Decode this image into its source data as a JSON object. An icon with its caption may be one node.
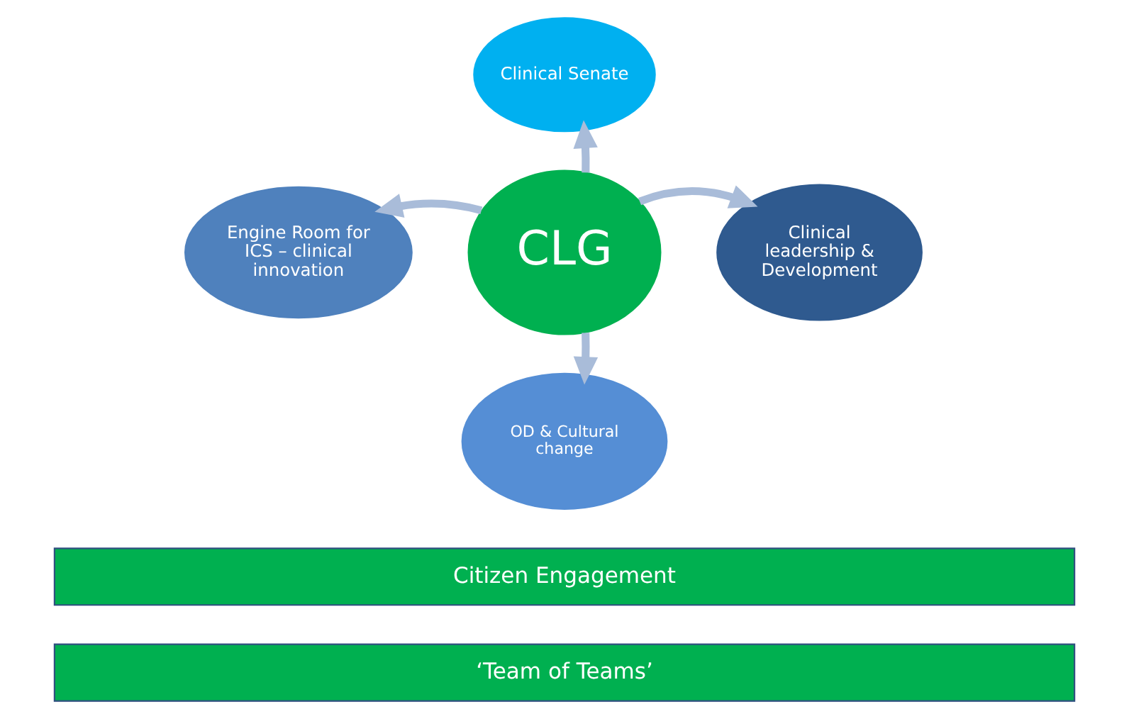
{
  "diagram": {
    "nodes": [
      {
        "text": [
          "Clinical Senate"
        ]
      },
      {
        "text": [
          "Engine Room for ICS – clinical innovation"
        ]
      },
      {
        "text": [
          "CLG"
        ]
      },
      {
        "text": [
          "Clinical leadership & Development"
        ]
      },
      {
        "text": [
          "OD & Cultural change"
        ]
      },
      {
        "text": [
          "Citizen Engagement"
        ]
      },
      {
        "text": [
          "‘Team of Teams’"
        ]
      }
    ],
    "edges": [
      {
        "from": 2,
        "to": 0,
        "arrow": "to"
      },
      {
        "from": 2,
        "to": 1,
        "arrow": "to"
      },
      {
        "from": 2,
        "to": 3,
        "arrow": "to"
      },
      {
        "from": 2,
        "to": 4,
        "arrow": "to"
      }
    ]
  }
}
